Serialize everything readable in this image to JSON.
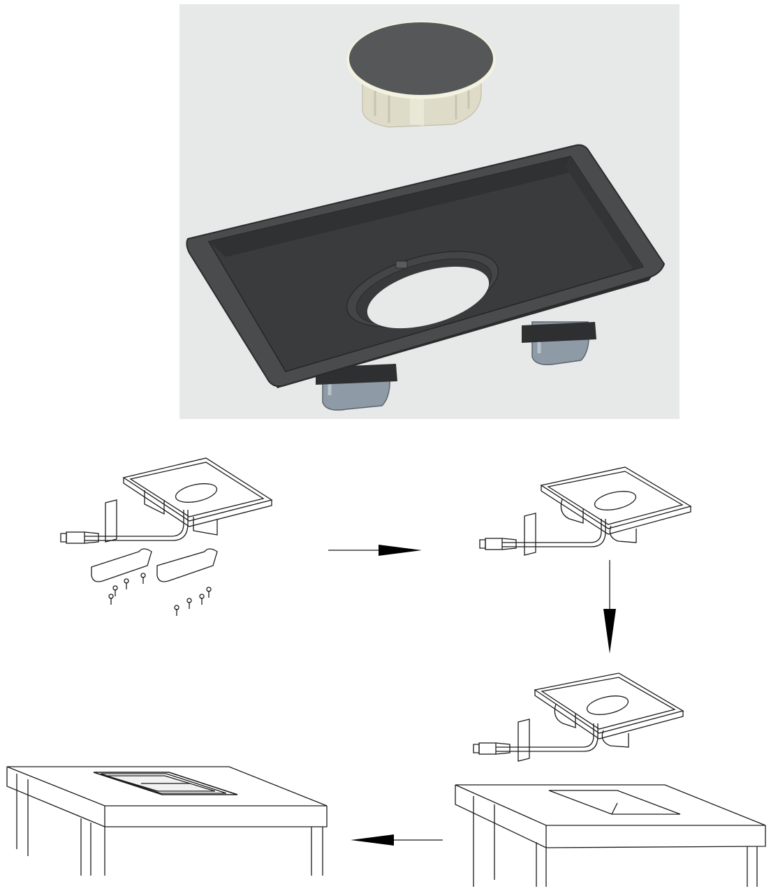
{
  "figure": {
    "panel_background": "#e7e8e8",
    "tray_color": "#3e3f40",
    "tray_edge_color": "#2b2c2d",
    "cap_top_color": "#565758",
    "cap_side_color": "#dedcc9",
    "clip_color": "#8e9aa5",
    "line_color": "#1a1a1a"
  },
  "parts": [
    {
      "name": "cover-cap",
      "icon": "round-cap-icon"
    },
    {
      "name": "tray",
      "icon": "rectangular-tray-icon"
    },
    {
      "name": "spring-clip",
      "icon": "spring-clip-icon"
    },
    {
      "name": "dc-cable",
      "icon": "dc-plug-icon"
    },
    {
      "name": "screw",
      "icon": "screw-icon"
    },
    {
      "name": "table",
      "icon": "table-icon"
    }
  ],
  "steps": [
    {
      "id": 1,
      "icon": "exploded-parts-icon"
    },
    {
      "id": 2,
      "icon": "clips-attached-icon"
    },
    {
      "id": 3,
      "icon": "tray-above-table-cutout-icon"
    },
    {
      "id": 4,
      "icon": "tray-installed-in-table-icon"
    }
  ]
}
